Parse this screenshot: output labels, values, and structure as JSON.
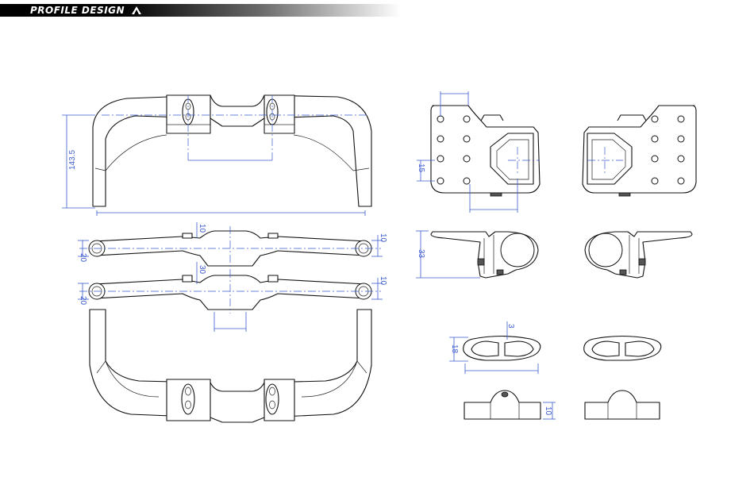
{
  "brand": {
    "name": "PROFILE DESIGN"
  },
  "dimensions": {
    "bar_drop": "143.5",
    "tube_top_left": "20",
    "tube_top_right": "10",
    "center_top": "10",
    "tube_mid_left": "20",
    "tube_mid_right": "10",
    "center_mid": "30",
    "bracket_offset": "15",
    "bracket_height": "33",
    "spacer_thickness": "3",
    "spacer_height": "18",
    "spacer_base_height": "10"
  },
  "colors": {
    "dimension_lines": "#3b5bd0",
    "linework": "#111111",
    "brand_bar": "#000000"
  }
}
